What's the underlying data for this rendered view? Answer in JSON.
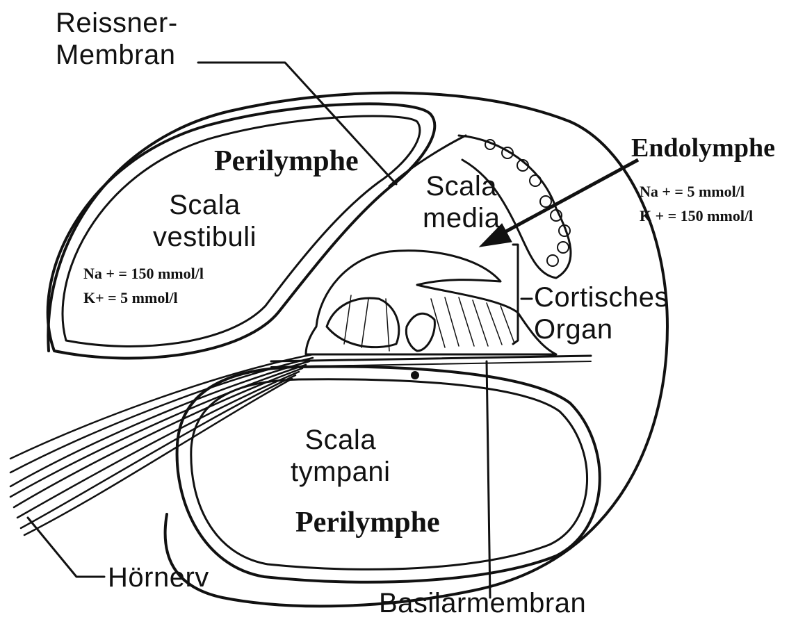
{
  "labels": {
    "reissner": [
      "Reissner-",
      "Membran"
    ],
    "scala_vestibuli": [
      "Scala",
      "vestibuli"
    ],
    "scala_media": [
      "Scala",
      "media"
    ],
    "scala_tympani": [
      "Scala",
      "tympani"
    ],
    "cortisches_organ": [
      "Cortisches",
      "Organ"
    ],
    "hoernerv": "Hörnerv",
    "basilarmembran": "Basilarmembran",
    "perilymphe_top": "Perilymphe",
    "perilymphe_bottom": "Perilymphe",
    "endolymphe": "Endolymphe",
    "endolymphe_na": "Na + = 5 mmol/l",
    "endolymphe_k": "K + = 150 mmol/l",
    "vestibuli_na": "Na + = 150 mmol/l",
    "vestibuli_k": "K+ = 5 mmol/l"
  },
  "colors": {
    "ink": "#111111",
    "background": "#ffffff"
  }
}
